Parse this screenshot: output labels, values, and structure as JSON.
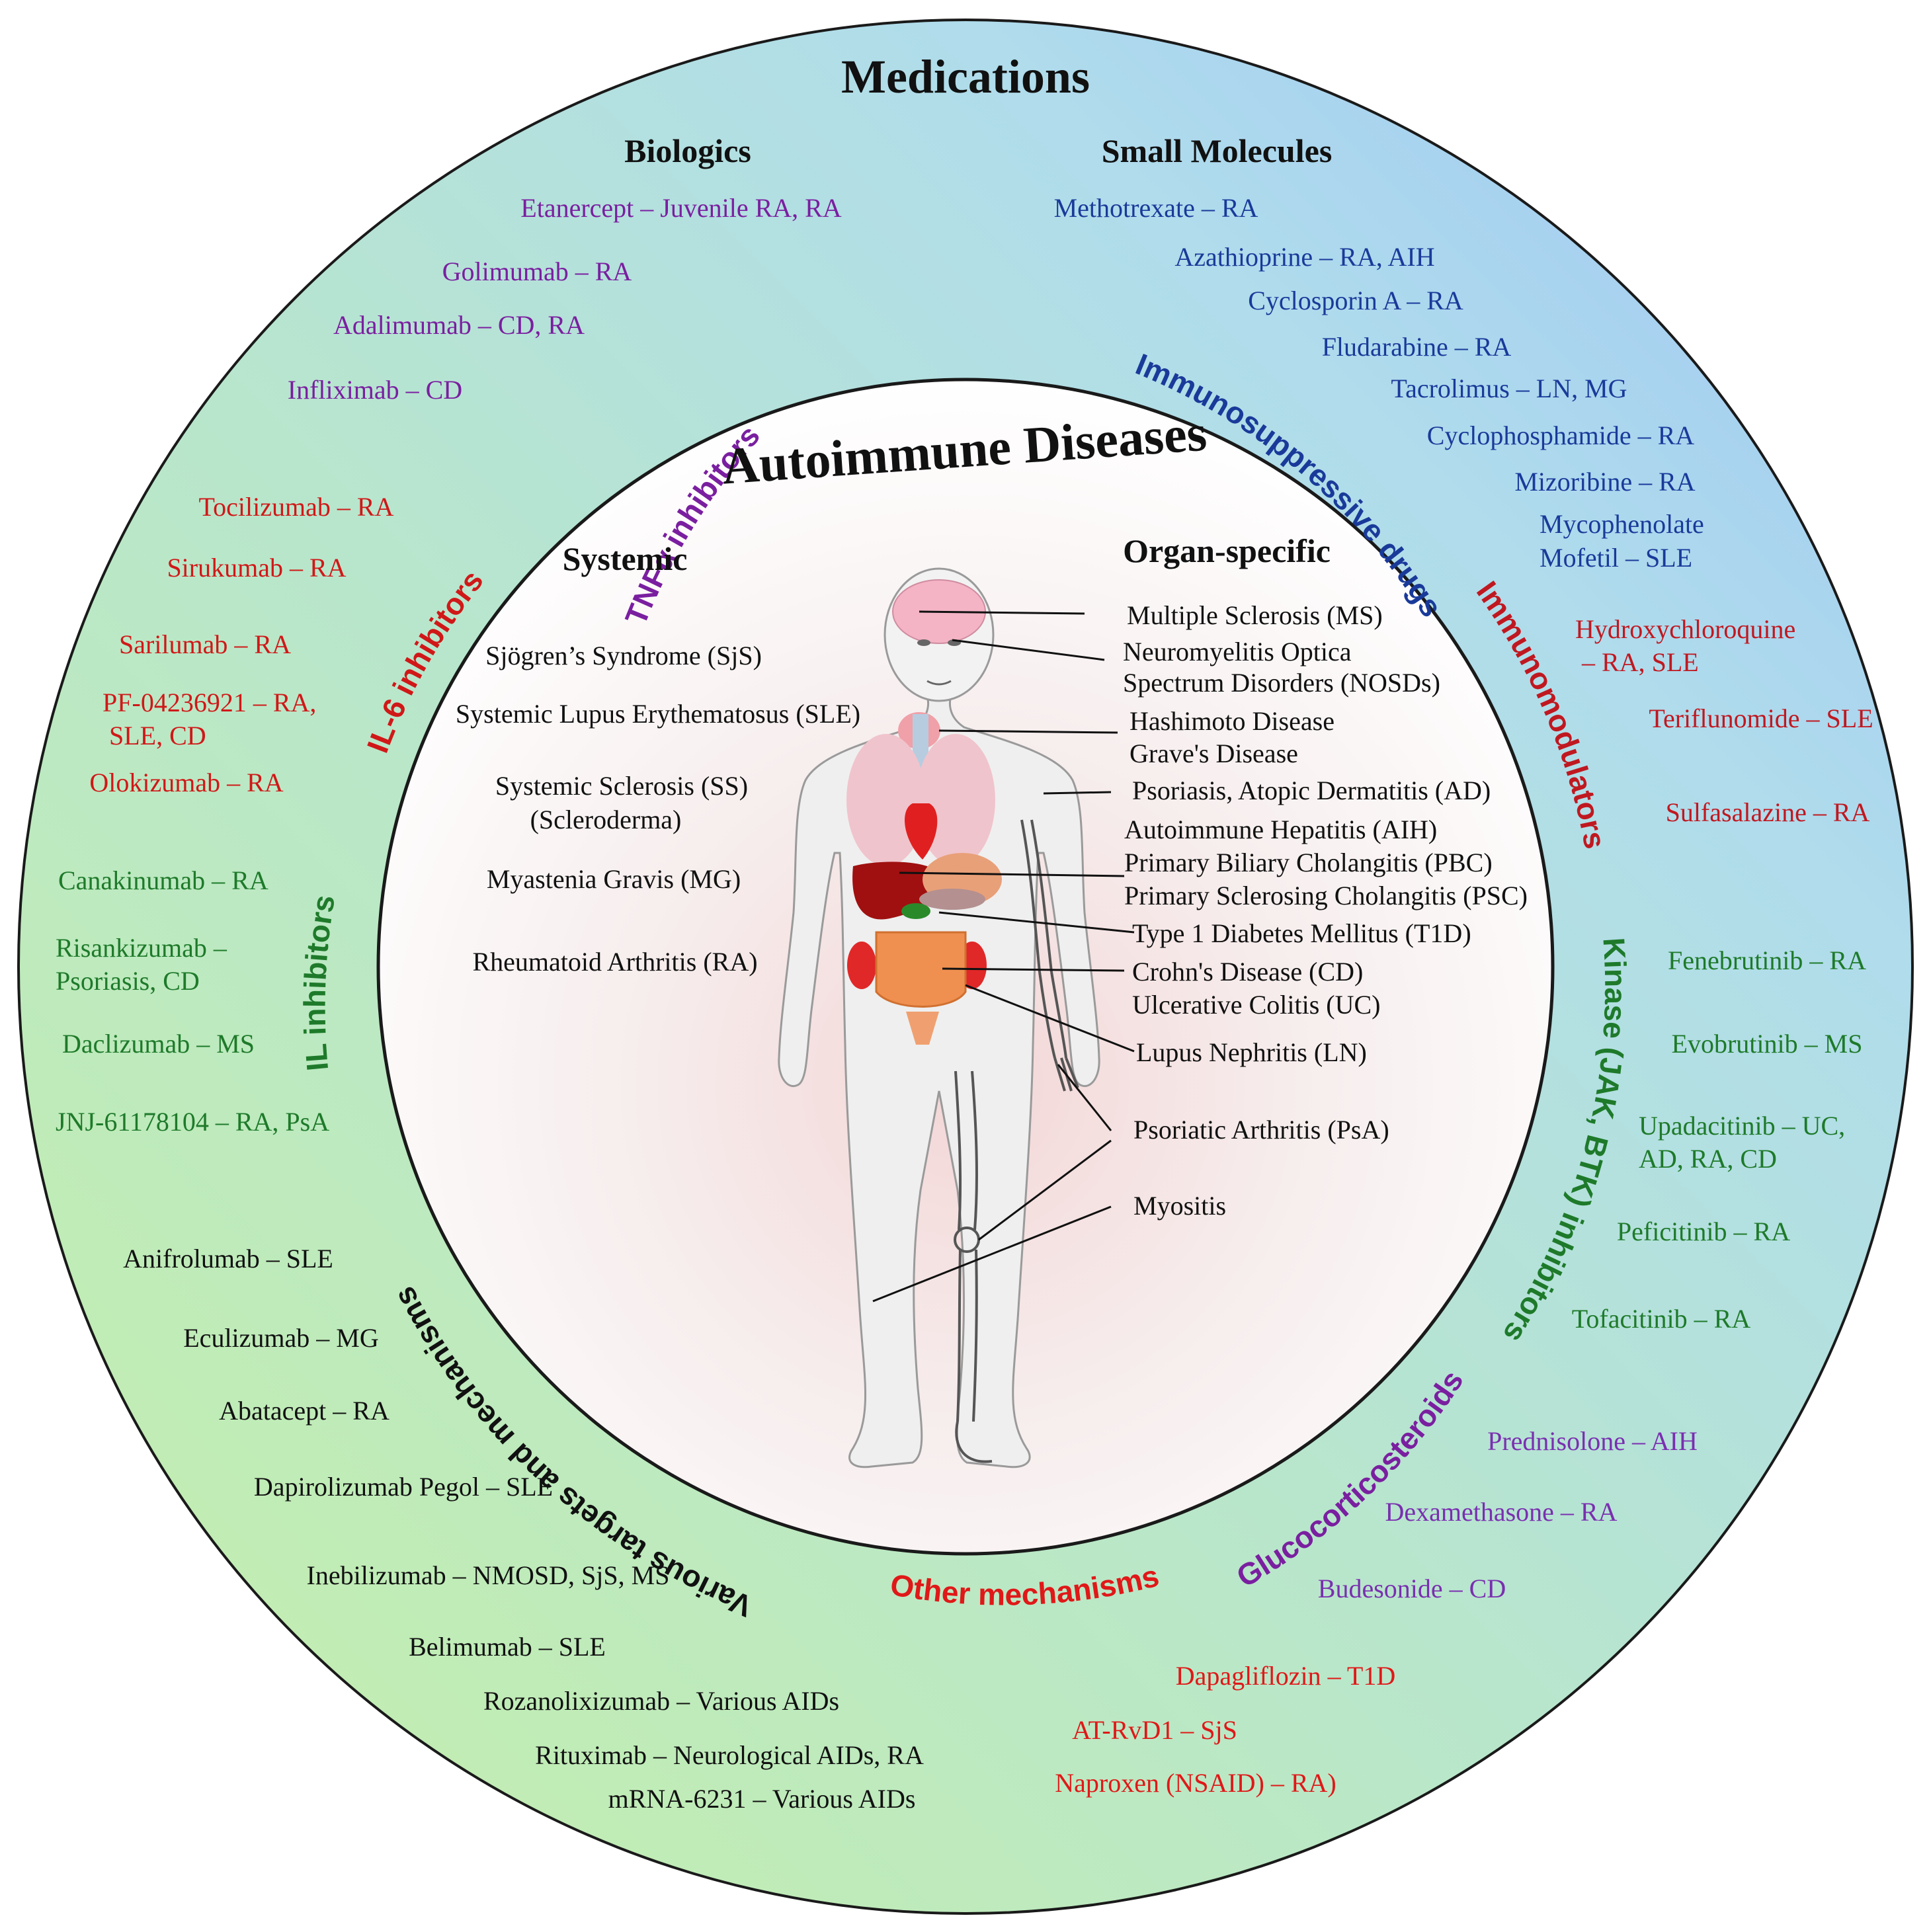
{
  "title": "Medications",
  "inner_title": "Autoimmune Diseases",
  "headings": {
    "biologics": "Biologics",
    "small_molecules": "Small Molecules",
    "systemic": "Systemic",
    "organ_specific": "Organ-specific"
  },
  "colors": {
    "tnf": "#7a1fa0",
    "immunosuppressive": "#1a3a9a",
    "il6": "#d01818",
    "il": "#1e7a2a",
    "immunomodulators": "#c01820",
    "kinase": "#1e7a2a",
    "glucocorticosteroids": "#7a1fa0",
    "other": "#e01818",
    "various": "#111111"
  },
  "categories": {
    "tnf": "TNFα inhibitors",
    "immunosuppressive": "Immunosuppressive drugs",
    "il6": "IL-6 inhibitors",
    "il": "IL inhibitors",
    "immunomodulators": "Immunomodulators",
    "kinase": "Kinase (JAK, BTK) inhibitors",
    "glucocorticosteroids": "Glucocorticosteroids",
    "other": "Other mechanisms",
    "various": "Various targets and mechanisms"
  },
  "drugs": {
    "tnf": [
      "Etanercept – Juvenile RA, RA",
      "Golimumab – RA",
      "Adalimumab – CD, RA",
      "Infliximab – CD"
    ],
    "immunosuppressive": [
      "Methotrexate – RA",
      "Azathioprine – RA, AIH",
      "Cyclosporin A – RA",
      "Fludarabine –  RA",
      "Tacrolimus  – LN, MG",
      "Cyclophosphamide – RA",
      "Mizoribine – RA",
      "Mycophenolate",
      "Mofetil  – SLE"
    ],
    "il6": [
      "Tocilizumab – RA",
      "Sirukumab – RA",
      "Sarilumab – RA",
      "PF-04236921 – RA,",
      "SLE, CD",
      "Olokizumab – RA"
    ],
    "il": [
      "Canakinumab – RA",
      "Risankizumab –",
      "Psoriasis, CD",
      "Daclizumab – MS",
      "JNJ-61178104 – RA, PsA"
    ],
    "immunomodulators": [
      "Hydroxychloroquine",
      "– RA, SLE",
      "Teriflunomide – SLE",
      "Sulfasalazine – RA"
    ],
    "kinase": [
      "Fenebrutinib – RA",
      "Evobrutinib  – MS",
      "Upadacitinib – UC,",
      "AD, RA, CD",
      "Peficitinib – RA",
      "Tofacitinib – RA"
    ],
    "glucocorticosteroids": [
      "Prednisolone – AIH",
      "Dexamethasone – RA",
      "Budesonide – CD"
    ],
    "other": [
      "Dapagliflozin – T1D",
      "AT-RvD1 – SjS",
      "Naproxen (NSAID) – RA)"
    ],
    "various": [
      "Anifrolumab – SLE",
      "Eculizumab – MG",
      "Abatacept – RA",
      "Dapirolizumab Pegol – SLE",
      "Inebilizumab – NMOSD, SjS, MS",
      "Belimumab – SLE",
      "Rozanolixizumab – Various AIDs",
      "Rituximab – Neurological AIDs, RA",
      "mRNA-6231 – Various AIDs"
    ]
  },
  "systemic": [
    "Sjögren’s Syndrome (SjS)",
    "Systemic Lupus Erythematosus (SLE)",
    "Systemic Sclerosis  (SS)",
    "(Scleroderma)",
    "Myastenia Gravis (MG)",
    "Rheumatoid Arthritis (RA)"
  ],
  "organ_specific": [
    "Multiple Sclerosis (MS)",
    "Neuromyelitis Optica",
    "Spectrum Disorders (NOSDs)",
    "Hashimoto Disease",
    "Grave's Disease",
    "Psoriasis, Atopic Dermatitis (AD)",
    "Autoimmune Hepatitis (AIH)",
    "Primary Biliary Cholangitis (PBC)",
    "Primary Sclerosing Cholangitis (PSC)",
    "Type 1 Diabetes Mellitus (T1D)",
    "Crohn's Disease (CD)",
    "Ulcerative Colitis (UC)",
    "Lupus Nephritis (LN)",
    "Psoriatic Arthritis (PsA)",
    "Myositis"
  ]
}
